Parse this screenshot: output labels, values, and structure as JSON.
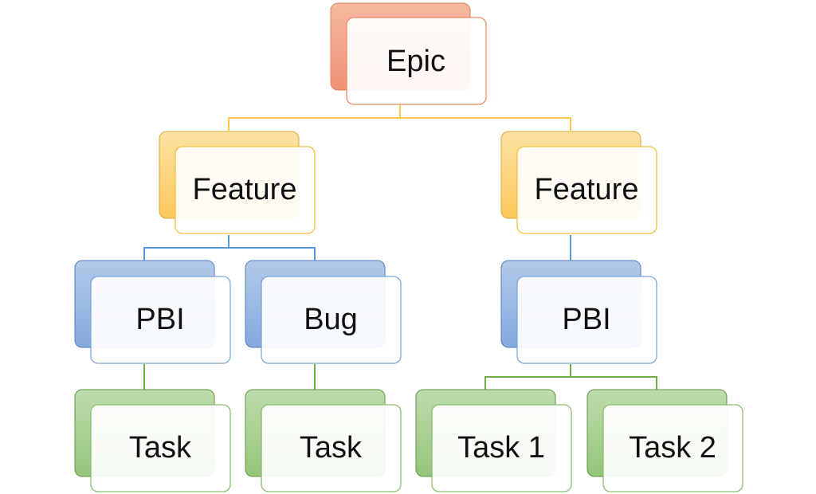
{
  "colors": {
    "epic_back": "#f0a083",
    "epic_border": "#e9835e",
    "feature_back": "#fdd47c",
    "feature_border": "#f5b935",
    "pbi_back": "#94b5df",
    "pbi_border": "#5b8ac8",
    "task_back": "#a6cf8d",
    "task_border": "#73ad52",
    "front_fill": "#ffffff"
  },
  "nodes": {
    "epic": {
      "label": "Epic"
    },
    "feature_left": {
      "label": "Feature"
    },
    "feature_right": {
      "label": "Feature"
    },
    "pbi_left": {
      "label": "PBI"
    },
    "bug": {
      "label": "Bug"
    },
    "pbi_right": {
      "label": "PBI"
    },
    "task_pbi": {
      "label": "Task"
    },
    "task_bug": {
      "label": "Task"
    },
    "task_1": {
      "label": "Task 1"
    },
    "task_2": {
      "label": "Task 2"
    }
  }
}
